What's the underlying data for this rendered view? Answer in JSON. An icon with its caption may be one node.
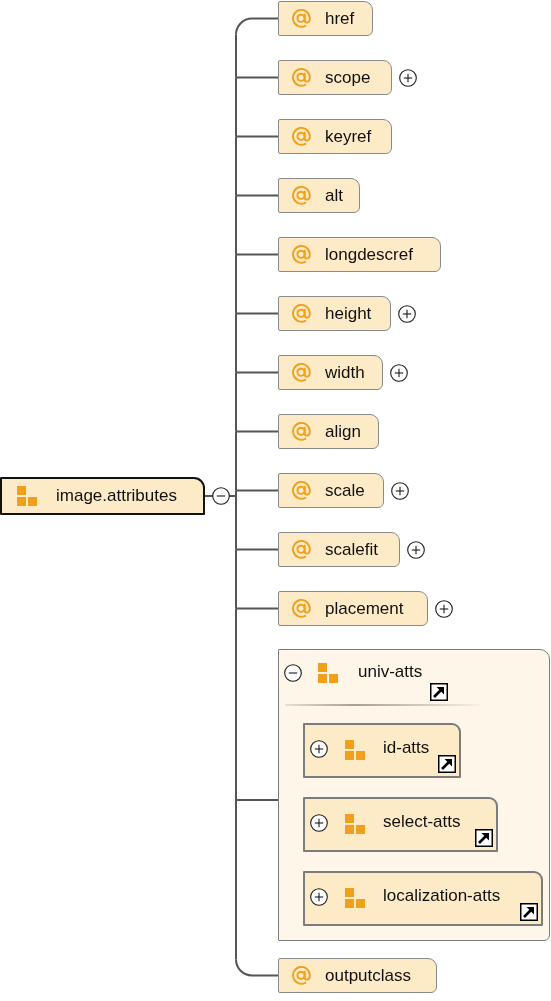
{
  "diagram": {
    "nodes": [
      {
        "text": [
          "image.attributes"
        ]
      },
      {
        "text": [
          "href"
        ]
      },
      {
        "text": [
          "scope"
        ]
      },
      {
        "text": [
          "keyref"
        ]
      },
      {
        "text": [
          "alt"
        ]
      },
      {
        "text": [
          "longdescref"
        ]
      },
      {
        "text": [
          "height"
        ]
      },
      {
        "text": [
          "width"
        ]
      },
      {
        "text": [
          "align"
        ]
      },
      {
        "text": [
          "scale"
        ]
      },
      {
        "text": [
          "scalefit"
        ]
      },
      {
        "text": [
          "placement"
        ]
      },
      {
        "text": [
          "univ-atts"
        ]
      },
      {
        "text": [
          "id-atts"
        ],
        "in": 12
      },
      {
        "text": [
          "select-atts"
        ],
        "in": 12
      },
      {
        "text": [
          "localization-atts"
        ],
        "in": 12
      },
      {
        "text": [
          "outputclass"
        ]
      }
    ],
    "edges": [
      {
        "from": 0,
        "to": 1,
        "arrow": "none"
      },
      {
        "from": 0,
        "to": 2,
        "arrow": "none"
      },
      {
        "from": 0,
        "to": 3,
        "arrow": "none"
      },
      {
        "from": 0,
        "to": 4,
        "arrow": "none"
      },
      {
        "from": 0,
        "to": 5,
        "arrow": "none"
      },
      {
        "from": 0,
        "to": 6,
        "arrow": "none"
      },
      {
        "from": 0,
        "to": 7,
        "arrow": "none"
      },
      {
        "from": 0,
        "to": 8,
        "arrow": "none"
      },
      {
        "from": 0,
        "to": 9,
        "arrow": "none"
      },
      {
        "from": 0,
        "to": 10,
        "arrow": "none"
      },
      {
        "from": 0,
        "to": 11,
        "arrow": "none"
      },
      {
        "from": 0,
        "to": 12,
        "arrow": "none"
      },
      {
        "from": 0,
        "to": 16,
        "arrow": "none"
      }
    ]
  }
}
